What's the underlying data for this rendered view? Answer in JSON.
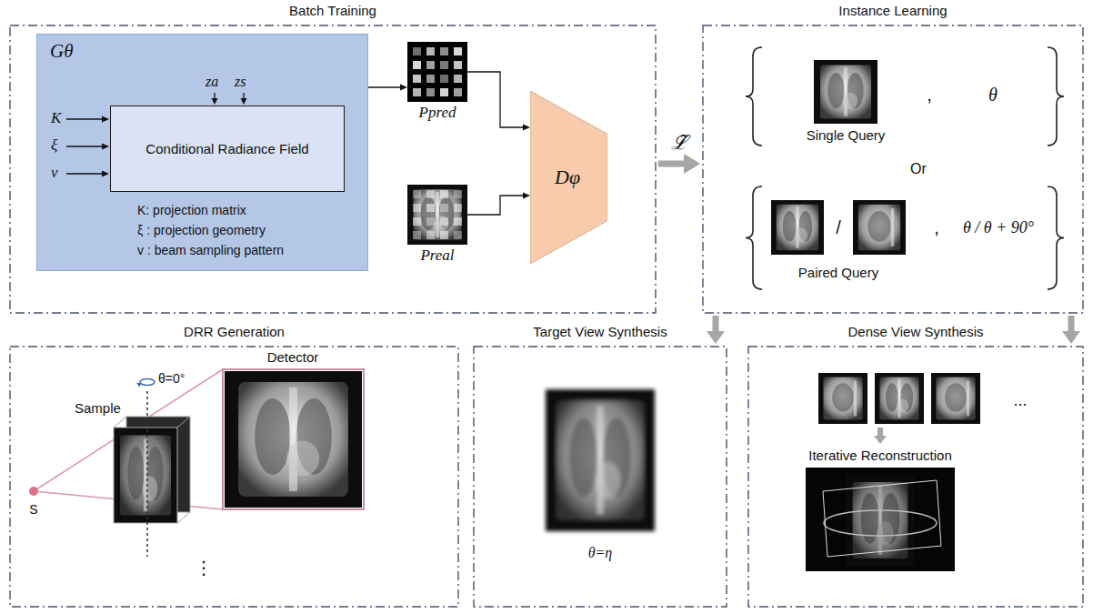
{
  "diagram": {
    "nodes": [
      {
        "text": [
          "Batch Training"
        ]
      },
      {
        "text": [
          "Gθ",
          "K: projection matrix",
          "ξ : projection geometry",
          "v : beam sampling pattern"
        ],
        "in": 0
      },
      {
        "text": [
          "Conditional Radiance Field"
        ],
        "in": 1
      },
      {
        "text": [
          "Ppred"
        ],
        "in": 0
      },
      {
        "text": [
          "Preal"
        ],
        "in": 0
      },
      {
        "text": [
          "Dφ"
        ],
        "in": 0
      },
      {
        "text": [
          "Instance Learning"
        ]
      },
      {
        "text": [
          "DRR Generation"
        ]
      },
      {
        "text": [
          "Target View Synthesis"
        ]
      },
      {
        "text": [
          "Dense View Synthesis"
        ]
      }
    ],
    "edges": [
      {
        "from": 1,
        "to": 3,
        "arrow": "to"
      },
      {
        "from": 3,
        "to": 5,
        "arrow": "to"
      },
      {
        "from": 4,
        "to": 5,
        "arrow": "to"
      },
      {
        "from": 0,
        "to": 6,
        "label": "ℒ̃",
        "arrow": "to"
      },
      {
        "from": 6,
        "to": 8,
        "arrow": "to"
      },
      {
        "from": 6,
        "to": 9,
        "arrow": "to"
      }
    ],
    "labels": [
      "K",
      "ξ",
      "v",
      "za",
      "zs",
      "Single Query",
      ",",
      "θ",
      "Or",
      "/",
      ",",
      "θ / θ + 90°",
      "Paired Query",
      "Sample",
      "θ=0°",
      "Detector",
      "S",
      "⋮",
      "θ=η",
      "...",
      "Iterative Reconstruction"
    ]
  }
}
